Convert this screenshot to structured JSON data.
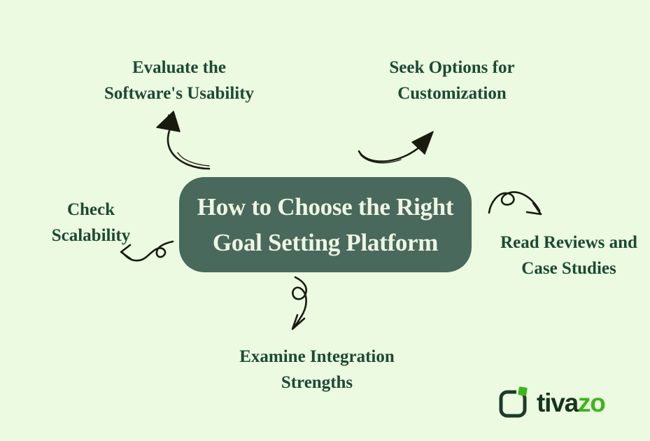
{
  "title": {
    "line1": "How to Choose the Right",
    "line2": "Goal Setting Platform"
  },
  "labels": {
    "top_left": {
      "line1": "Evaluate the",
      "line2": "Software's Usability"
    },
    "top_right": {
      "line1": "Seek Options for",
      "line2": "Customization"
    },
    "left": {
      "line1": "Check",
      "line2": "Scalability"
    },
    "right": {
      "line1": "Read Reviews and",
      "line2": "Case Studies"
    },
    "bottom": {
      "line1": "Examine Integration",
      "line2": "Strengths"
    }
  },
  "logo": {
    "text_dark": "tiva",
    "text_green": "zo"
  },
  "colors": {
    "background": "#ecfae2",
    "box_fill": "#48695b",
    "box_text": "#eef6e3",
    "label_text": "#1c4a32",
    "arrow": "#1a1b10",
    "logo_dark": "#16341e",
    "logo_green": "#3db51e",
    "logo_icon": "#1d3b28"
  }
}
